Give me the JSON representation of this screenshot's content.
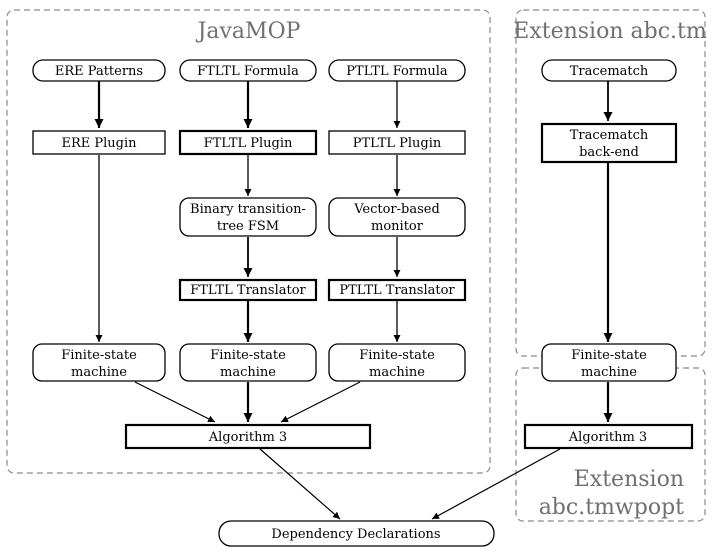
{
  "groups": {
    "javamop": "JavaMOP",
    "abc_tm": "Extension abc.tm",
    "abc_tmwpopt_line1": "Extension",
    "abc_tmwpopt_line2": "abc.tmwpopt"
  },
  "nodes": {
    "ere_patterns": "ERE Patterns",
    "ftltl_formula": "FTLTL Formula",
    "ptltl_formula": "PTLTL Formula",
    "tracematch": "Tracematch",
    "ere_plugin": "ERE Plugin",
    "ftltl_plugin": "FTLTL Plugin",
    "ptltl_plugin": "PTLTL Plugin",
    "tracematch_backend_line1": "Tracematch",
    "tracematch_backend_line2": "back-end",
    "binary_fsm_line1": "Binary transition-",
    "binary_fsm_line2": "tree FSM",
    "vector_monitor_line1": "Vector-based",
    "vector_monitor_line2": "monitor",
    "ftltl_translator": "FTLTL Translator",
    "ptltl_translator": "PTLTL Translator",
    "fsm_line1": "Finite-state",
    "fsm_line2": "machine",
    "algorithm3": "Algorithm 3",
    "dependency_declarations": "Dependency Declarations"
  },
  "colors": {
    "line": "#000000",
    "group_border": "#8a8a8a",
    "group_title": "#707070"
  }
}
